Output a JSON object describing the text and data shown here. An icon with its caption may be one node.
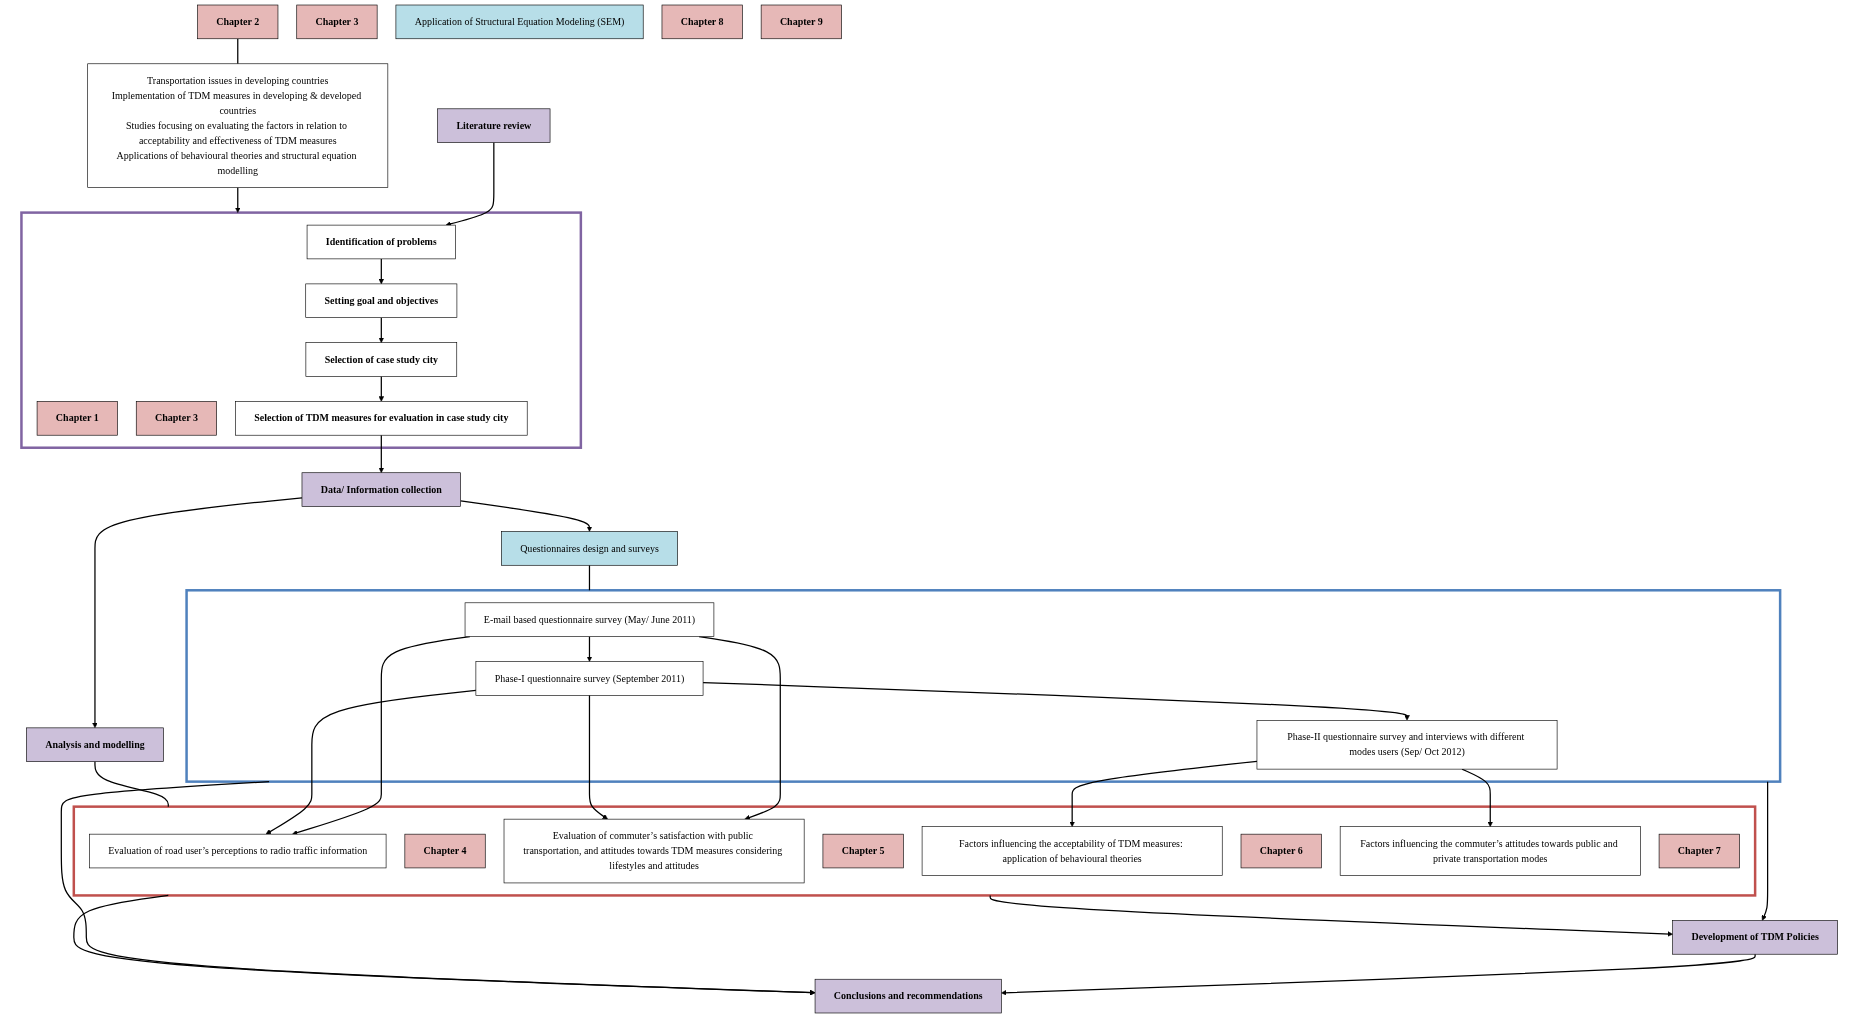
{
  "diagram": {
    "nodes": [
      {
        "text": [
          "Chapter 2"
        ]
      },
      {
        "text": [
          "Literature review"
        ]
      },
      {
        "text": [
          "Transportation issues in developing countries",
          "Implementation of TDM measures in developing & developed countries",
          "Studies focusing on evaluating the factors in relation to acceptability and effectiveness of TDM measures",
          "Applications of behavioural theories and structural equation modelling"
        ]
      },
      {
        "text": [],
        "shape": "box"
      },
      {
        "text": [
          "Identification of problems"
        ],
        "in": 3
      },
      {
        "text": [
          "Setting goal and objectives"
        ],
        "in": 3
      },
      {
        "text": [
          "Chapter 1"
        ],
        "in": 3
      },
      {
        "text": [
          "Selection of case study city"
        ],
        "in": 3
      },
      {
        "text": [
          "Chapter 3"
        ],
        "in": 3
      },
      {
        "text": [
          "Selection of TDM measures for evaluation in case study city"
        ],
        "in": 3
      },
      {
        "text": [
          "Chapter 3"
        ]
      },
      {
        "text": [
          "Data/ Information collection"
        ]
      },
      {
        "text": [
          "Questionnaires design and surveys"
        ]
      },
      {
        "text": [
          "Analysis and modelling"
        ]
      },
      {
        "text": [
          "Application of Structural Equation Modeling (SEM)"
        ]
      },
      {
        "text": [],
        "shape": "box"
      },
      {
        "text": [
          "E-mail based questionnaire survey (May/ June 2011)"
        ],
        "in": 15
      },
      {
        "text": [
          "Phase-I questionnaire survey (September 2011)"
        ],
        "in": 15
      },
      {
        "text": [
          "Phase-II questionnaire survey and interviews with different modes users (Sep/ Oct 2012)"
        ],
        "in": 15
      },
      {
        "text": [],
        "shape": "box"
      },
      {
        "text": [
          "Evaluation of road user’s perceptions to radio traffic information"
        ],
        "in": 19
      },
      {
        "text": [
          "Chapter 4"
        ],
        "in": 19
      },
      {
        "text": [
          "Evaluation of commuter’s satisfaction with public transportation, and attitudes towards TDM measures considering lifestyles and attitudes"
        ],
        "in": 19
      },
      {
        "text": [
          "Chapter 5"
        ],
        "in": 19
      },
      {
        "text": [
          "Factors influencing the acceptability of TDM measures: application of behavioural theories"
        ],
        "in": 19
      },
      {
        "text": [
          "Chapter 6"
        ],
        "in": 19
      },
      {
        "text": [
          "Factors influencing the commuter’s attitudes towards public and private transportation modes"
        ],
        "in": 19
      },
      {
        "text": [
          "Chapter 7"
        ],
        "in": 19
      },
      {
        "text": [
          "Chapter 8"
        ]
      },
      {
        "text": [
          "Development of TDM Policies"
        ]
      },
      {
        "text": [
          "Conclusions and recommendations"
        ]
      },
      {
        "text": [
          "Chapter 9"
        ]
      }
    ],
    "edges": [
      {
        "from": 1,
        "to": 4,
        "arrow": "to"
      },
      {
        "from": 0,
        "to": 2,
        "arrow": "none"
      },
      {
        "from": 2,
        "to": 3,
        "arrow": "to"
      },
      {
        "from": 4,
        "to": 5,
        "arrow": "to"
      },
      {
        "from": 5,
        "to": 7,
        "arrow": "to"
      },
      {
        "from": 7,
        "to": 9,
        "arrow": "to"
      },
      {
        "from": 9,
        "to": 11,
        "arrow": "to"
      },
      {
        "from": 11,
        "to": 12,
        "arrow": "to"
      },
      {
        "from": 11,
        "to": 13,
        "arrow": "to"
      },
      {
        "from": 12,
        "to": 15,
        "arrow": "none"
      },
      {
        "from": 13,
        "to": 19,
        "arrow": "none"
      },
      {
        "from": 16,
        "to": 17,
        "arrow": "to"
      },
      {
        "from": 17,
        "to": 18,
        "arrow": "to"
      },
      {
        "from": 16,
        "to": 20,
        "arrow": "to"
      },
      {
        "from": 16,
        "to": 22,
        "arrow": "to"
      },
      {
        "from": 17,
        "to": 20,
        "arrow": "to"
      },
      {
        "from": 17,
        "to": 22,
        "arrow": "to"
      },
      {
        "from": 18,
        "to": 24,
        "arrow": "to"
      },
      {
        "from": 18,
        "to": 26,
        "arrow": "to"
      },
      {
        "from": 15,
        "to": 29,
        "arrow": "to"
      },
      {
        "from": 15,
        "to": 30,
        "arrow": "to"
      },
      {
        "from": 19,
        "to": 29,
        "arrow": "to"
      },
      {
        "from": 19,
        "to": 30,
        "arrow": "to"
      },
      {
        "from": 29,
        "to": 30,
        "arrow": "to"
      }
    ]
  }
}
